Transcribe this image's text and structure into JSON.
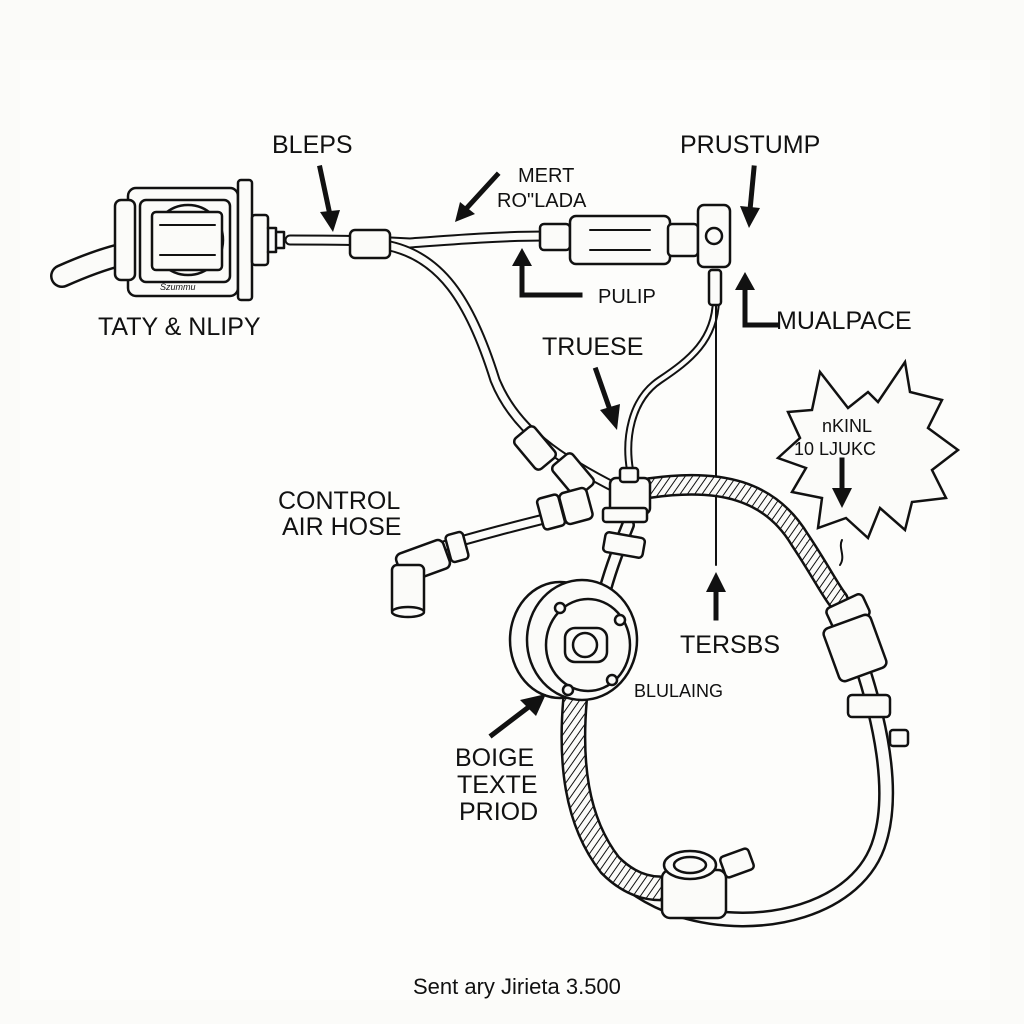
{
  "labels": {
    "bleps": "BLEPS",
    "mert_line1": "MERT",
    "mert_line2": "RO\"LADA",
    "prustump": "PRUSTUMP",
    "taty_nlipy": "TATY & NLIPY",
    "pulip": "PULIP",
    "mual_pace": "MUALPACE",
    "truese": "TRUESE",
    "nkinl_line1": "nKINL",
    "nkinl_line2": "10 LJUKC",
    "control_line1": "CONTROL",
    "control_line2": "AIR HOSE",
    "tersbs": "TERSBS",
    "blulaing": "BLULAING",
    "boige_line1": "BOIGE",
    "boige_line2": "TEXTE",
    "boige_line3": "PRIOD",
    "caption": "Sent ary Jirieta 3.500",
    "part_marking": "Szummu"
  },
  "colors": {
    "ink": "#111111",
    "paper": "#fbfbf9"
  }
}
